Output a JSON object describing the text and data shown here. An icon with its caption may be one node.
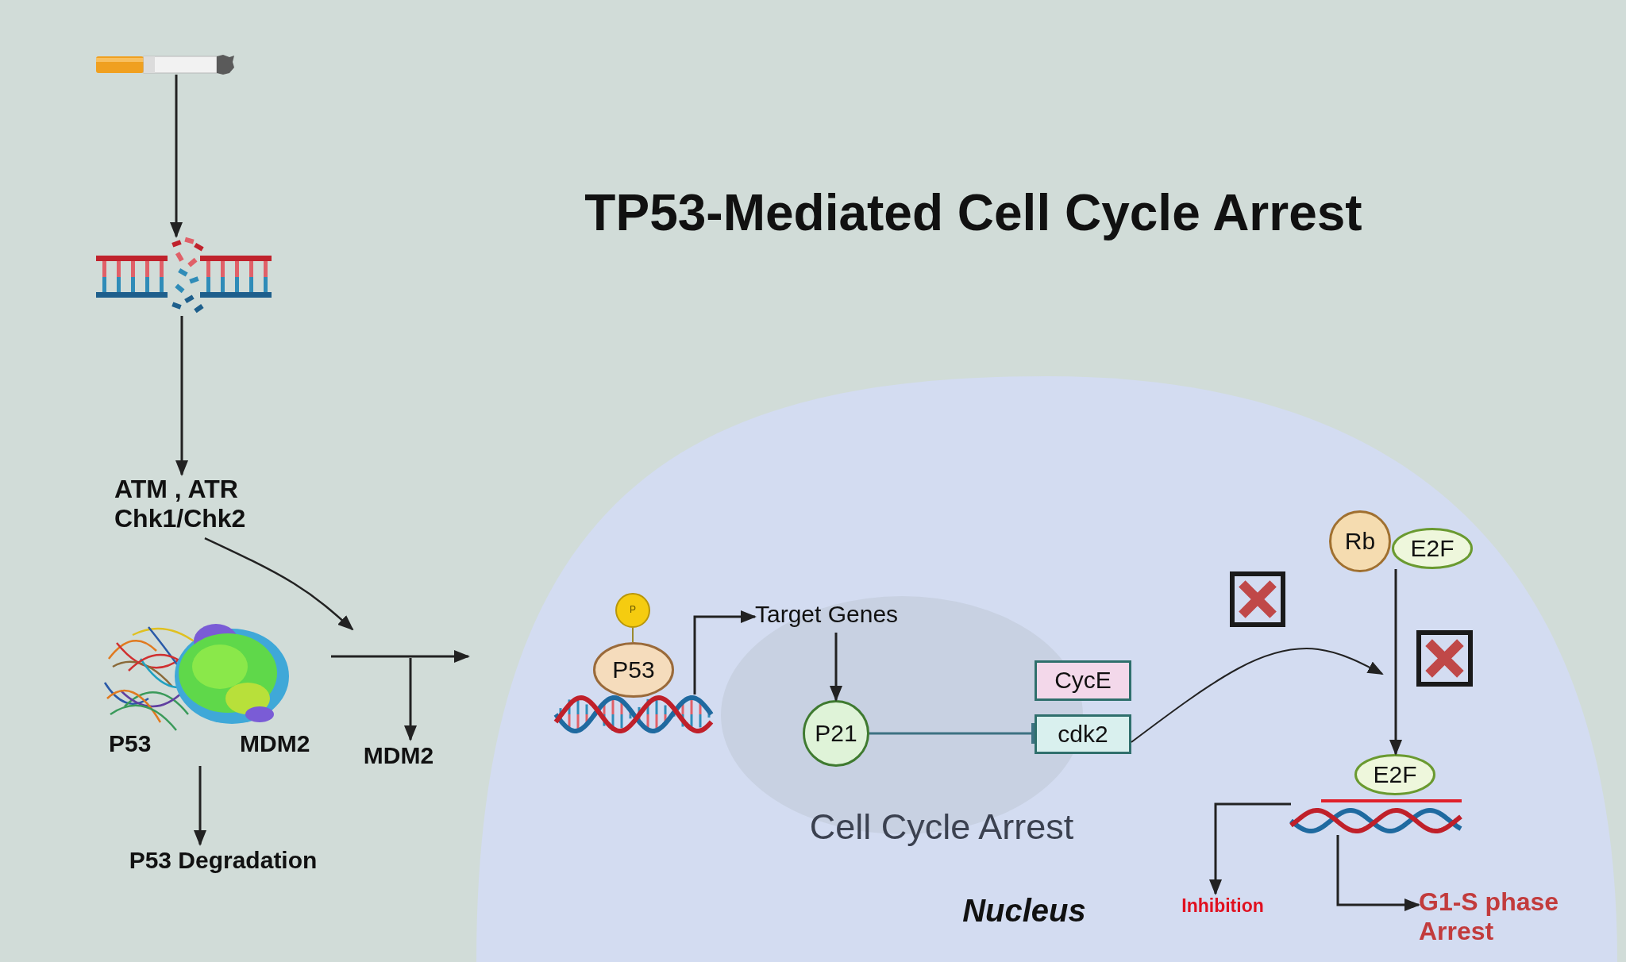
{
  "diagram": {
    "title": "TP53-Mediated Cell Cycle Arrest",
    "nodes": [
      {
        "text": [],
        "shape": "picture"
      },
      {
        "text": [],
        "shape": "picture"
      },
      {
        "text": [
          "ATM , ATR Chk1/Chk2"
        ]
      },
      {
        "text": [],
        "shape": "picture",
        "beside": [
          "P53",
          "MDM2"
        ]
      },
      {
        "text": [
          "MDM2"
        ]
      },
      {
        "text": [
          "P53 Degradation"
        ]
      },
      {
        "text": [
          "Nucleus"
        ]
      },
      {
        "text": [
          "P"
        ],
        "in": 6
      },
      {
        "text": [
          "P53"
        ],
        "in": 6
      },
      {
        "text": [],
        "shape": "picture",
        "in": 6
      },
      {
        "text": [
          "Cell Cycle Arrest"
        ],
        "in": 6
      },
      {
        "text": [
          "Target Genes"
        ],
        "in": 10
      },
      {
        "text": [
          "P21"
        ],
        "in": 10
      },
      {
        "text": [
          "CycE"
        ],
        "in": 6
      },
      {
        "text": [
          "cdk2"
        ],
        "in": 6
      },
      {
        "text": [
          "Rb"
        ],
        "in": 6
      },
      {
        "text": [
          "E2F"
        ],
        "in": 6
      },
      {
        "text": [
          "E2F"
        ],
        "in": 6
      },
      {
        "text": [],
        "shape": "picture",
        "in": 6
      },
      {
        "text": [
          "Inhibition"
        ],
        "in": 6
      },
      {
        "text": [
          "G1-S phase Arrest"
        ],
        "in": 6
      }
    ],
    "edges": [
      {
        "from": 0,
        "to": 1,
        "arrow": "to"
      },
      {
        "from": 1,
        "to": 2,
        "arrow": "to"
      },
      {
        "from": 2,
        "to": null,
        "arrow": "to"
      },
      {
        "from": 3,
        "to": 6,
        "arrow": "to"
      },
      {
        "from": null,
        "to": 4,
        "arrow": "to"
      },
      {
        "from": 3,
        "to": 5,
        "arrow": "to"
      },
      {
        "from": 7,
        "to": 8,
        "arrow": "none",
        "color": "#9a8a30"
      },
      {
        "from": 9,
        "to": 11,
        "arrow": "to"
      },
      {
        "from": 11,
        "to": 12,
        "arrow": "to"
      },
      {
        "from": 12,
        "to": 14,
        "arrow": "other",
        "color": "#3d7282"
      },
      {
        "from": 14,
        "to": null,
        "arrow": "to"
      },
      {
        "from": 16,
        "to": 17,
        "arrow": "to"
      },
      {
        "from": 18,
        "to": 19,
        "arrow": "to"
      },
      {
        "from": 18,
        "to": 20,
        "arrow": "to"
      }
    ]
  }
}
